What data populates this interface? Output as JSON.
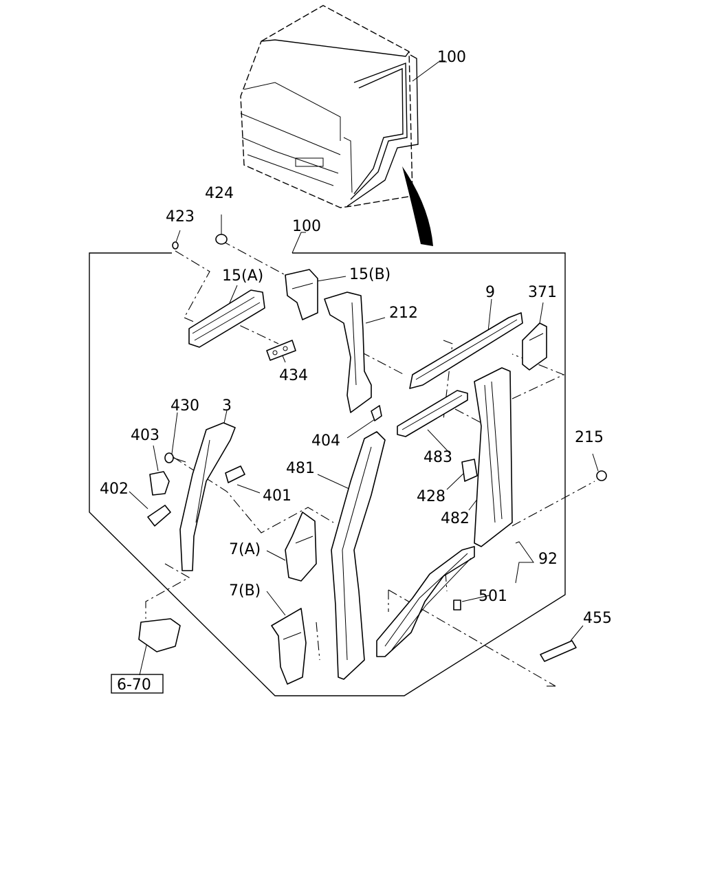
{
  "labels": {
    "cab": "100",
    "panel_group": "100",
    "p424": "424",
    "p423": "423",
    "p15a": "15(A)",
    "p15b": "15(B)",
    "p212": "212",
    "p9": "9",
    "p371": "371",
    "p434": "434",
    "p430": "430",
    "p3": "3",
    "p403": "403",
    "p402": "402",
    "p401": "401",
    "p404": "404",
    "p481": "481",
    "p483": "483",
    "p428": "428",
    "p482": "482",
    "p215": "215",
    "p7a": "7(A)",
    "p7b": "7(B)",
    "p92": "92",
    "p501": "501",
    "p455": "455",
    "ref": "6-70"
  }
}
